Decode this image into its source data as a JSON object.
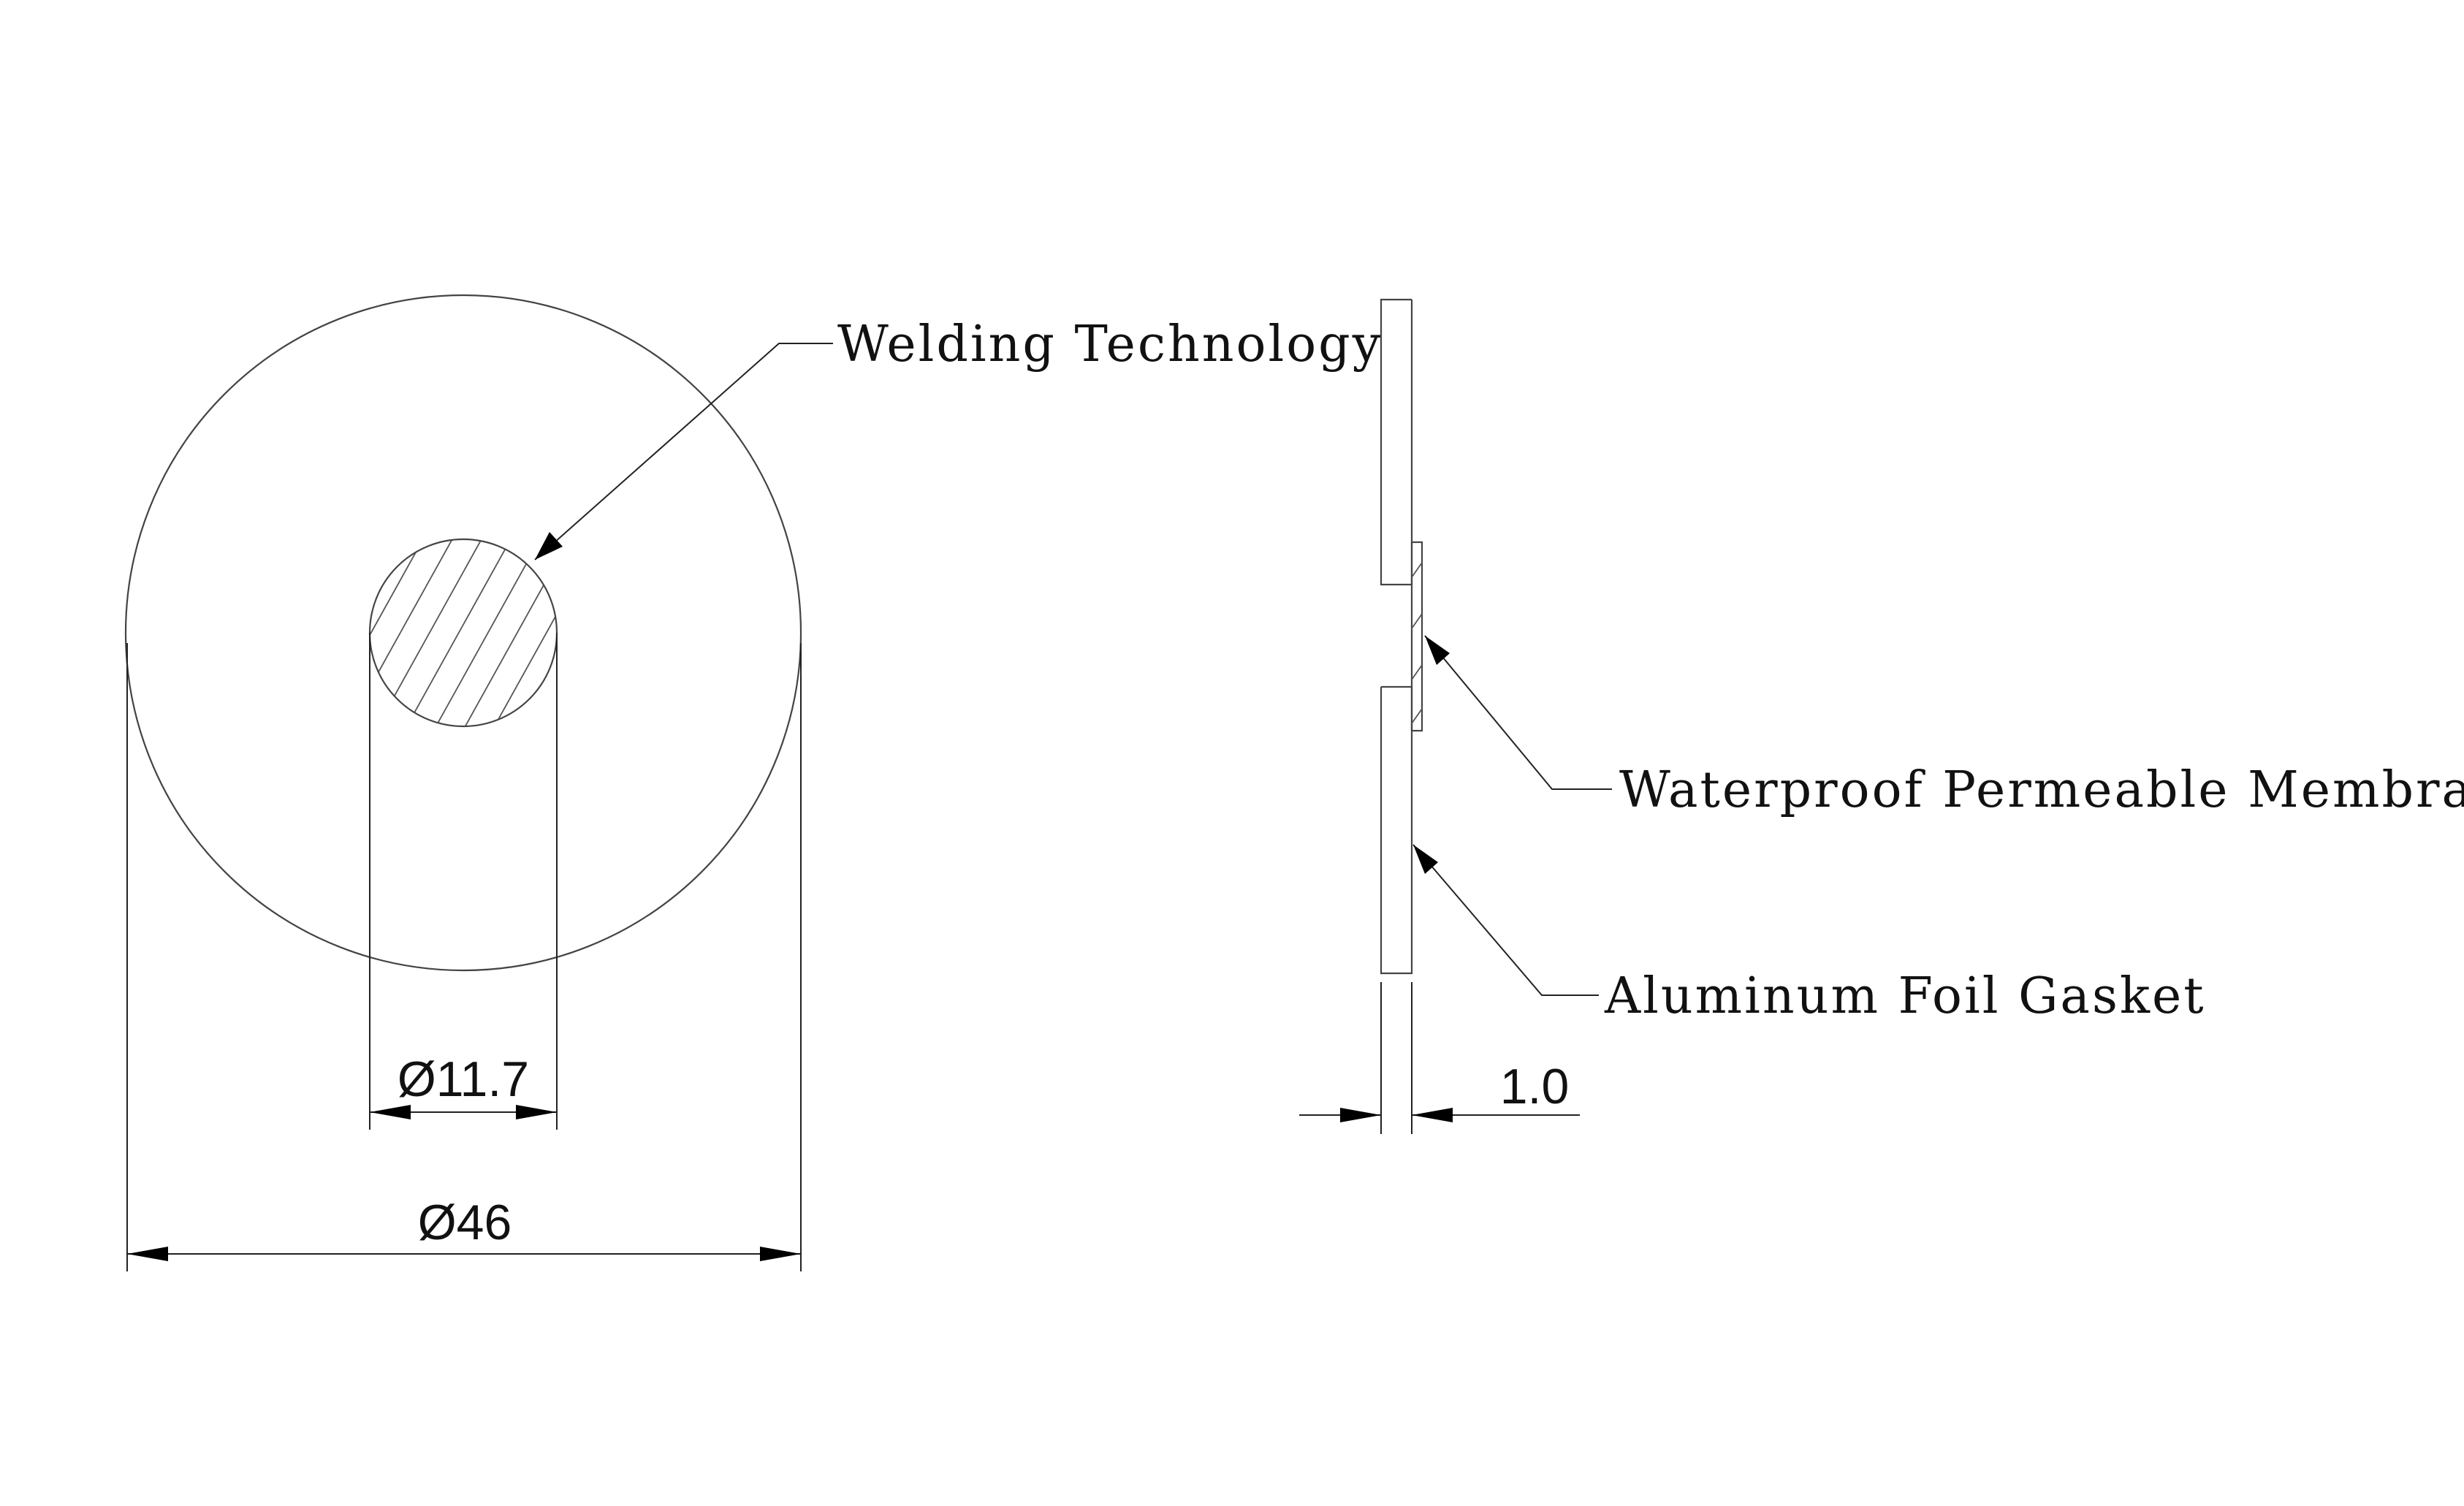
{
  "labels": {
    "welding": "Welding Technology",
    "membrane": "Waterproof Permeable Membrane",
    "gasket": "Aluminum Foil Gasket"
  },
  "dimensions": {
    "outer_diameter": "Ø46",
    "inner_diameter": "Ø11.7",
    "thickness": "1.0"
  }
}
